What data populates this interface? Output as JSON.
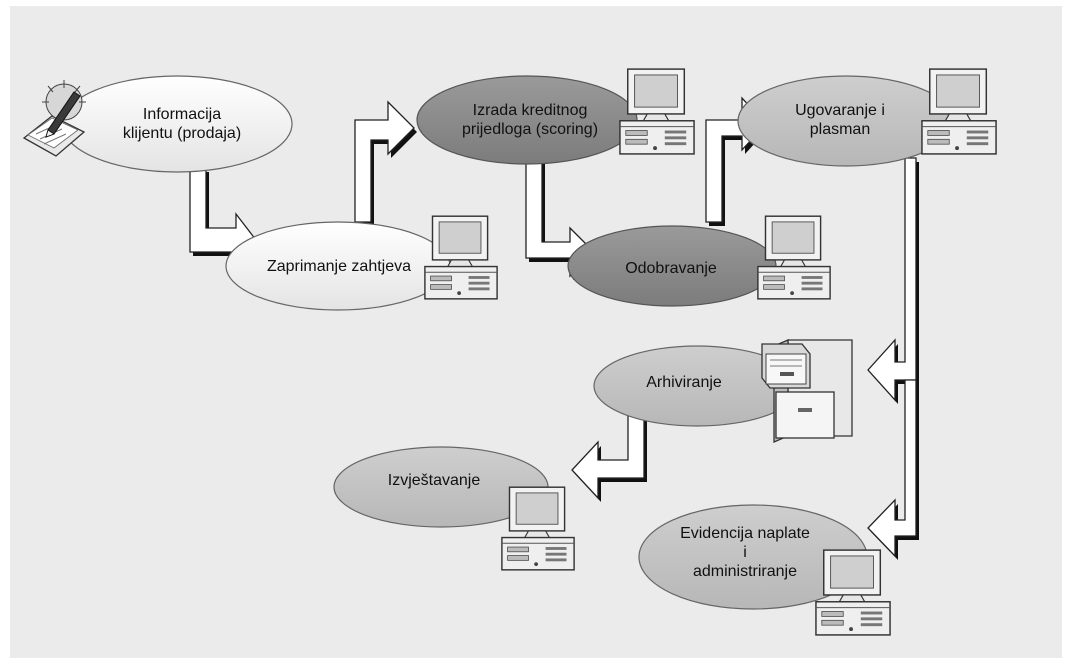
{
  "colors": {
    "background": "#ebebeb",
    "ellipse_light": "#f7f7f7",
    "ellipse_dark": "#8d8d8d",
    "ellipse_mid": "#c4c4c4",
    "outline": "#5a5a5a",
    "arrow_fill": "#ffffff",
    "arrow_shadow": "#111111"
  },
  "nodes": {
    "informacija": {
      "lines": [
        "Informacija",
        "klijentu (prodaja)"
      ]
    },
    "zaprimanje": {
      "lines": [
        "Zaprimanje zahtjeva"
      ]
    },
    "izrada": {
      "lines": [
        "Izrada kreditnog",
        "prijedloga (scoring)"
      ]
    },
    "odobravanje": {
      "lines": [
        "Odobravanje"
      ]
    },
    "ugovaranje": {
      "lines": [
        "Ugovaranje i",
        "plasman"
      ]
    },
    "arhiviranje": {
      "lines": [
        "Arhiviranje"
      ]
    },
    "izvjestavanje": {
      "lines": [
        "Izvještavanje"
      ]
    },
    "evidencija": {
      "lines": [
        "Evidencija naplate",
        "i",
        "administriranje"
      ]
    }
  },
  "icons": [
    "pen-document-icon",
    "computer-icon",
    "filing-cabinet-icon"
  ]
}
